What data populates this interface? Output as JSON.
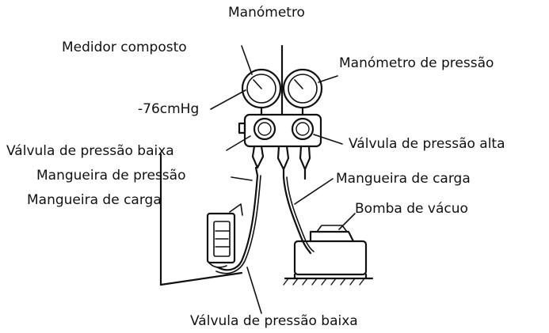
{
  "labels": {
    "manometro": "Manómetro",
    "medidor_composto": "Medidor composto",
    "manometro_pressao": "Manómetro de pressão",
    "vacuo": "-76cmHg",
    "valvula_baixa_top": "Válvula de pressão baixa",
    "valvula_alta": "Válvula de pressão alta",
    "mangueira_pressao": "Mangueira de pressão",
    "mangueira_carga_left": "Mangueira de carga",
    "mangueira_carga_right": "Mangueira de carga",
    "bomba_vacuo": "Bomba de vácuo",
    "valvula_baixa_bottom": "Válvula de pressão baixa"
  },
  "colors": {
    "ink": "#111111",
    "background": "#ffffff"
  }
}
